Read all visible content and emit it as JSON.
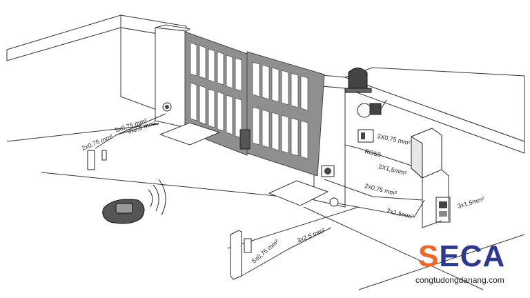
{
  "labels": {
    "left_post_cable": "2x0,75 mm²",
    "photocell_cable": "5x0,75 mm²",
    "motor_left_cable": "3x2,5 mm²",
    "lamp_cable": "3X0,75 mm²",
    "antenna_cable": "RG58",
    "photocell_right_cable": "2X1,5mm²",
    "motor_right_cable": "2x0,75 mm²",
    "control_cable": "2x1,5mm²",
    "power_supply_cable": "3x1,5mm²",
    "front_post_cable": "5x0,75 mm²",
    "front_motor_cable": "3x2,5 mm²"
  },
  "brand": {
    "logo_s": "S",
    "logo_rest": "ECA",
    "website": "congtudongdanang.com",
    "logo_s_color": "#f26522",
    "logo_rest_color": "#2b3990"
  }
}
